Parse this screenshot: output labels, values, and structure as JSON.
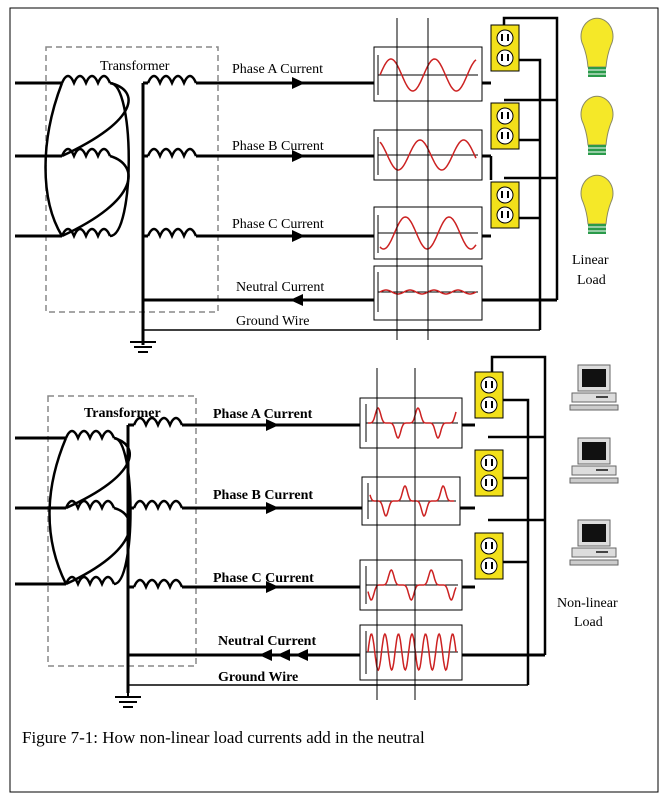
{
  "top_panel": {
    "transformer_label": "Transformer",
    "phase_labels": [
      "Phase A Current",
      "Phase B Current",
      "Phase C Current"
    ],
    "neutral_label": "Neutral Current",
    "ground_label": "Ground Wire",
    "load_label_line1": "Linear",
    "load_label_line2": "Load",
    "load_icon": "light-bulb-icon"
  },
  "bottom_panel": {
    "transformer_label": "Transformer",
    "phase_labels": [
      "Phase A Current",
      "Phase B Current",
      "Phase C Current"
    ],
    "neutral_label": "Neutral Current",
    "ground_label": "Ground Wire",
    "load_label_line1": "Non-linear",
    "load_label_line2": "Load",
    "load_icon": "computer-icon"
  },
  "caption": "Figure 7-1:  How non-linear load currents add in the neutral",
  "colors": {
    "waveform": "#cc2222",
    "outlet": "#f2e01a",
    "bulb": "#f5e828",
    "bulb_base": "#2a9a4a",
    "wire": "#000000",
    "dashed_box": "#888888"
  }
}
